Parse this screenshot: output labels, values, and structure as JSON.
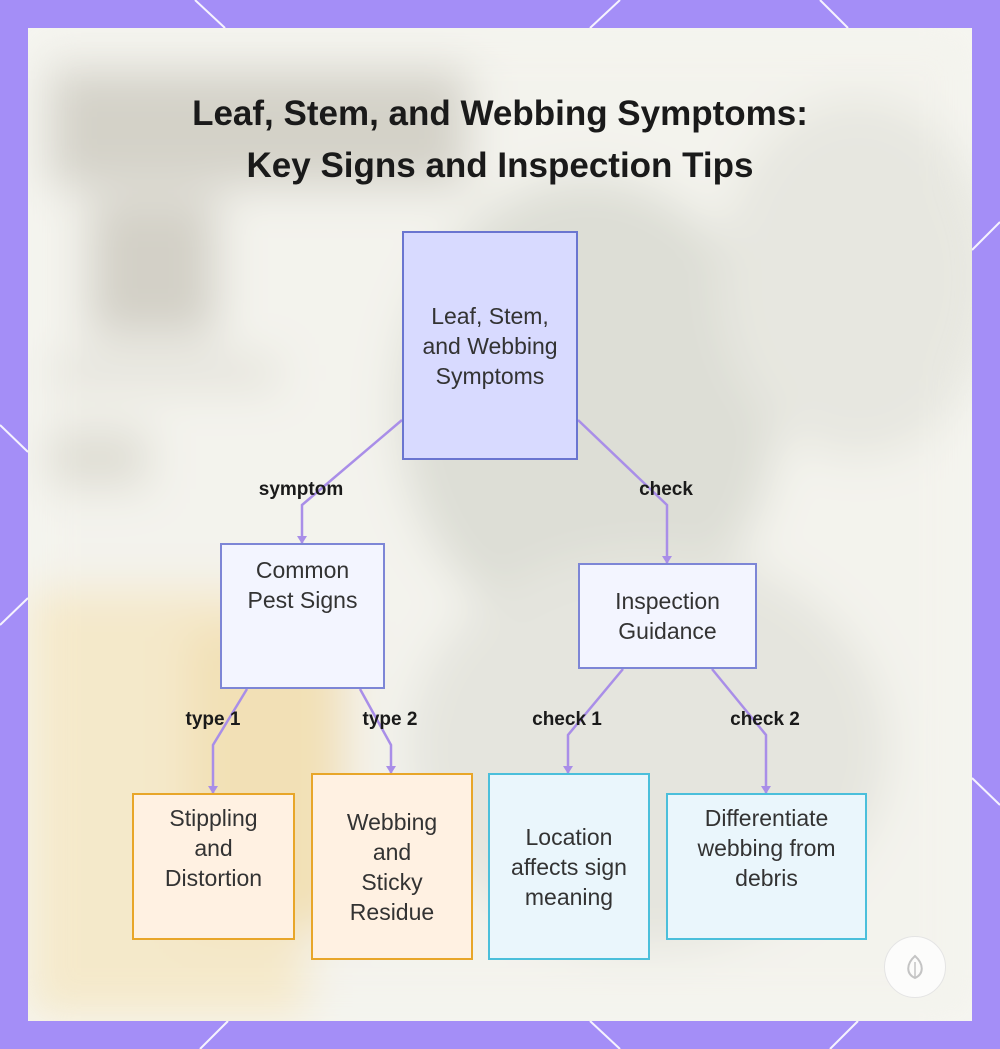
{
  "title": {
    "line1": "Leaf, Stem, and Webbing Symptoms:",
    "line2": "Key Signs and Inspection Tips"
  },
  "nodes": {
    "root": "Leaf, Stem, and Webbing Symptoms",
    "pest_signs": "Common Pest Signs",
    "inspection": "Inspection Guidance",
    "stippling": "Stippling and Distortion",
    "webbing": "Webbing and Sticky Residue",
    "location": "Location affects sign meaning",
    "differentiate": "Differentiate webbing from debris"
  },
  "edges": {
    "symptom": "symptom",
    "check": "check",
    "type1": "type 1",
    "type2": "type 2",
    "check1": "check 1",
    "check2": "check 2"
  },
  "colors": {
    "frame": "#a48ef7",
    "edge": "#a98ee8",
    "root_fill": "#d8daff",
    "orange_border": "#e8a629",
    "blue_border": "#4bbfdb"
  },
  "logo_icon": "leaf-logo-icon"
}
